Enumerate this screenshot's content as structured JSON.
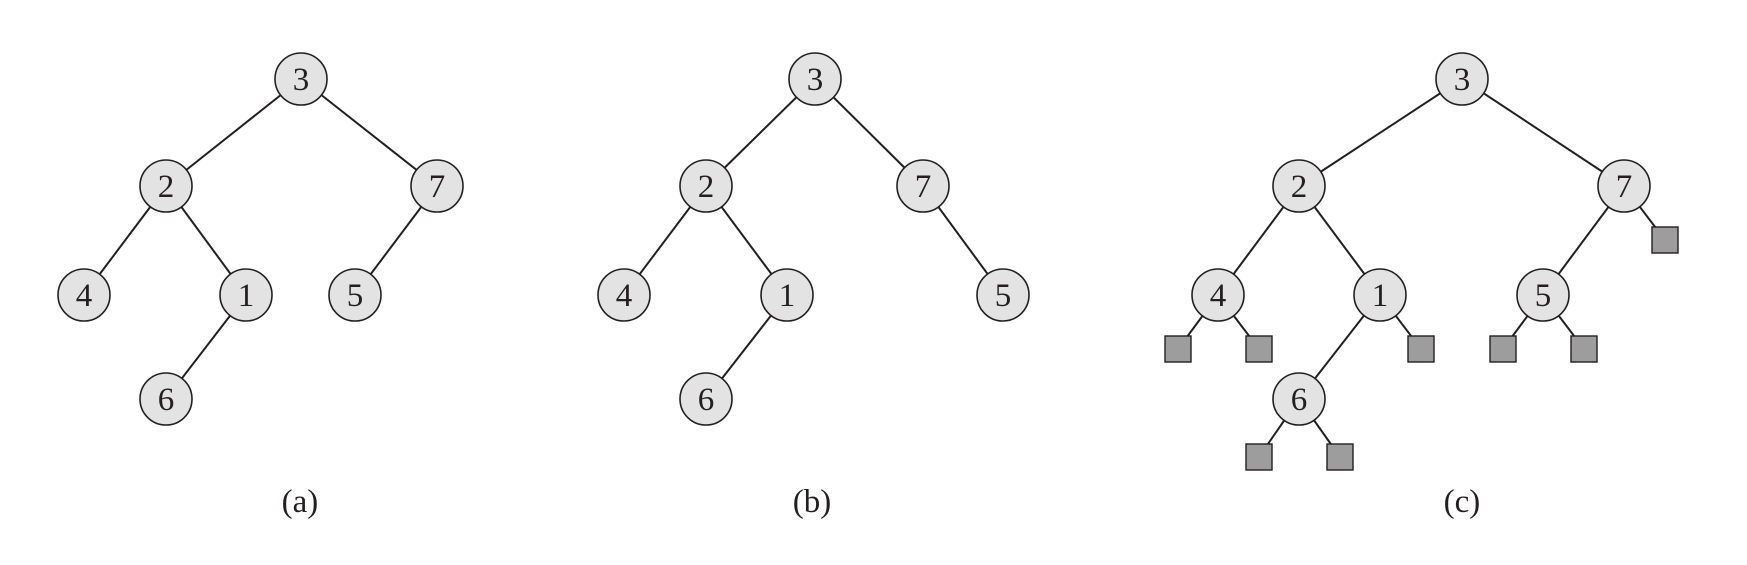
{
  "figures": [
    {
      "caption": "(a)",
      "nodes": [
        {
          "id": "n3",
          "label": "3"
        },
        {
          "id": "n2",
          "label": "2"
        },
        {
          "id": "n7",
          "label": "7"
        },
        {
          "id": "n4",
          "label": "4"
        },
        {
          "id": "n1",
          "label": "1"
        },
        {
          "id": "n5",
          "label": "5"
        },
        {
          "id": "n6",
          "label": "6"
        }
      ],
      "edges": [
        [
          "n3",
          "n2"
        ],
        [
          "n3",
          "n7"
        ],
        [
          "n2",
          "n4"
        ],
        [
          "n2",
          "n1"
        ],
        [
          "n7",
          "n5"
        ],
        [
          "n1",
          "n6"
        ]
      ],
      "nil_leaves": []
    },
    {
      "caption": "(b)",
      "nodes": [
        {
          "id": "n3",
          "label": "3"
        },
        {
          "id": "n2",
          "label": "2"
        },
        {
          "id": "n7",
          "label": "7"
        },
        {
          "id": "n4",
          "label": "4"
        },
        {
          "id": "n1",
          "label": "1"
        },
        {
          "id": "n5",
          "label": "5"
        },
        {
          "id": "n6",
          "label": "6"
        }
      ],
      "edges": [
        [
          "n3",
          "n2"
        ],
        [
          "n3",
          "n7"
        ],
        [
          "n2",
          "n4"
        ],
        [
          "n2",
          "n1"
        ],
        [
          "n7",
          "n5"
        ],
        [
          "n1",
          "n6"
        ]
      ],
      "nil_leaves": []
    },
    {
      "caption": "(c)",
      "nodes": [
        {
          "id": "n3",
          "label": "3"
        },
        {
          "id": "n2",
          "label": "2"
        },
        {
          "id": "n7",
          "label": "7"
        },
        {
          "id": "n4",
          "label": "4"
        },
        {
          "id": "n1",
          "label": "1"
        },
        {
          "id": "n5",
          "label": "5"
        },
        {
          "id": "n6",
          "label": "6"
        }
      ],
      "edges": [
        [
          "n3",
          "n2"
        ],
        [
          "n3",
          "n7"
        ],
        [
          "n2",
          "n4"
        ],
        [
          "n2",
          "n1"
        ],
        [
          "n7",
          "n5"
        ],
        [
          "n1",
          "n6"
        ]
      ],
      "nil_leaves": [
        {
          "id": "l4a",
          "parent": "n4"
        },
        {
          "id": "l4b",
          "parent": "n4"
        },
        {
          "id": "l6a",
          "parent": "n6"
        },
        {
          "id": "l6b",
          "parent": "n6"
        },
        {
          "id": "l1b",
          "parent": "n1"
        },
        {
          "id": "l5a",
          "parent": "n5"
        },
        {
          "id": "l5b",
          "parent": "n5"
        },
        {
          "id": "l7b",
          "parent": "n7"
        }
      ]
    }
  ],
  "colors": {
    "node_fill": "#e3e3e3",
    "nil_fill": "#9d9d9d",
    "stroke": "#231f20"
  }
}
